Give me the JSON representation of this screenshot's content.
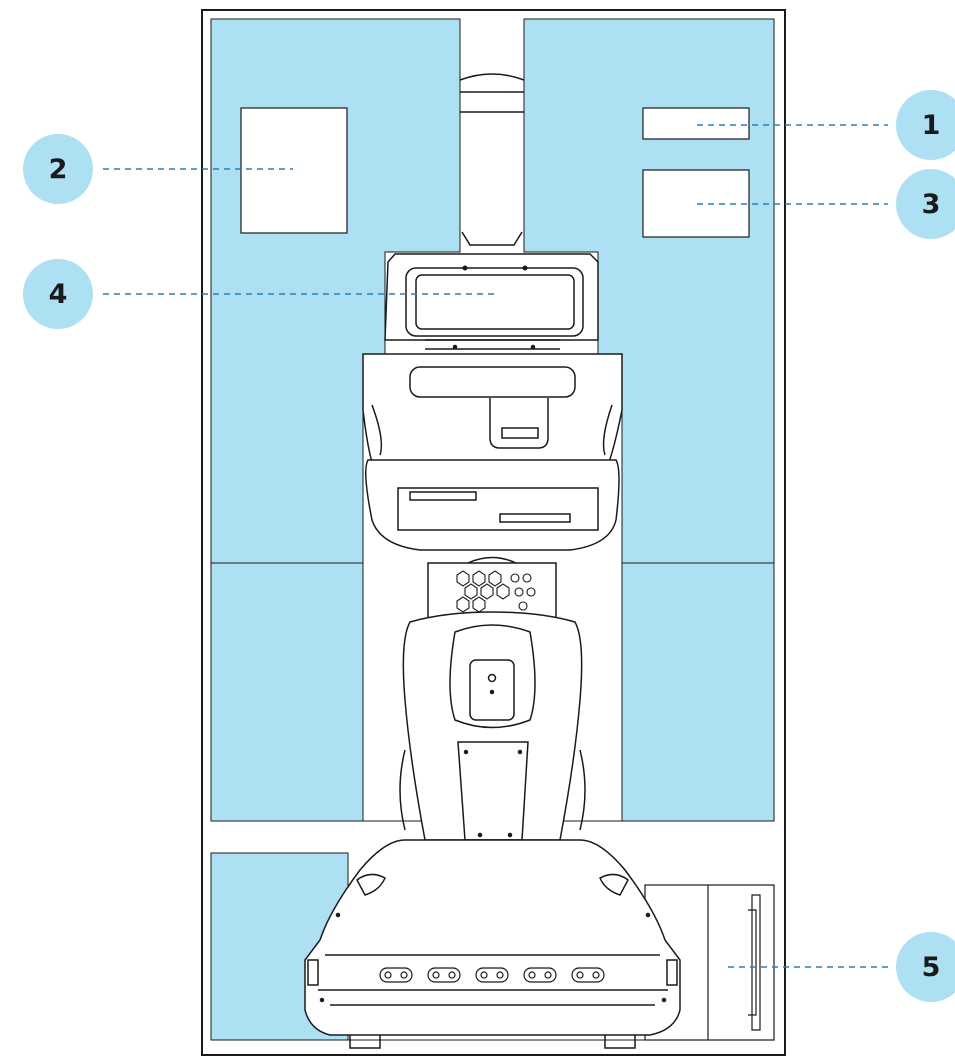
{
  "colors": {
    "panel": "#aee0f4",
    "callout": "#aee0f4",
    "line": "#1a1a1a",
    "dash": "#2a7fb5",
    "background": "#ffffff"
  },
  "callouts": [
    {
      "id": "1",
      "label": "1"
    },
    {
      "id": "2",
      "label": "2"
    },
    {
      "id": "3",
      "label": "3"
    },
    {
      "id": "4",
      "label": "4"
    },
    {
      "id": "5",
      "label": "5"
    }
  ]
}
